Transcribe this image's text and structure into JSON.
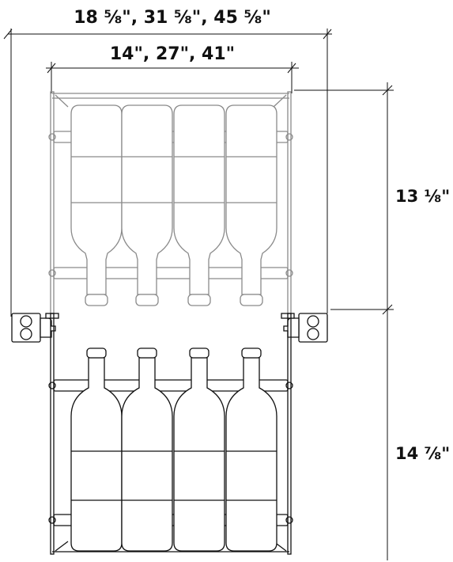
{
  "dimensions": {
    "outer_width": "18 ⅝\", 31 ⅝\", 45 ⅝\"",
    "inner_width": "14\", 27\", 41\"",
    "upper_height": "13 ⅛\"",
    "lower_height": "14 ⅞\""
  },
  "colors": {
    "ink": "#111111",
    "upper_rack": "#8a8a8a",
    "background": "#ffffff"
  },
  "bottles": {
    "upper_count": 4,
    "lower_count": 4
  }
}
